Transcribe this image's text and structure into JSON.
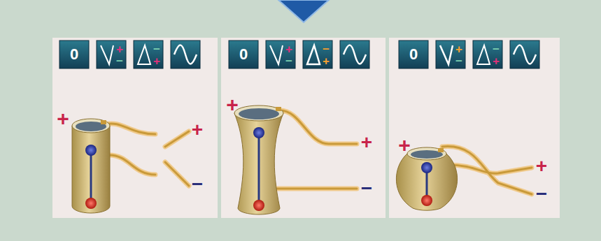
{
  "diagram": {
    "labels": [
      "0",
      "+",
      "−",
      "−",
      "+",
      "+",
      "+",
      "−",
      "0",
      "+",
      "−",
      "−",
      "+",
      "+",
      "+",
      "−",
      "0",
      "+",
      "−",
      "−",
      "+",
      "+",
      "+",
      "−"
    ]
  }
}
